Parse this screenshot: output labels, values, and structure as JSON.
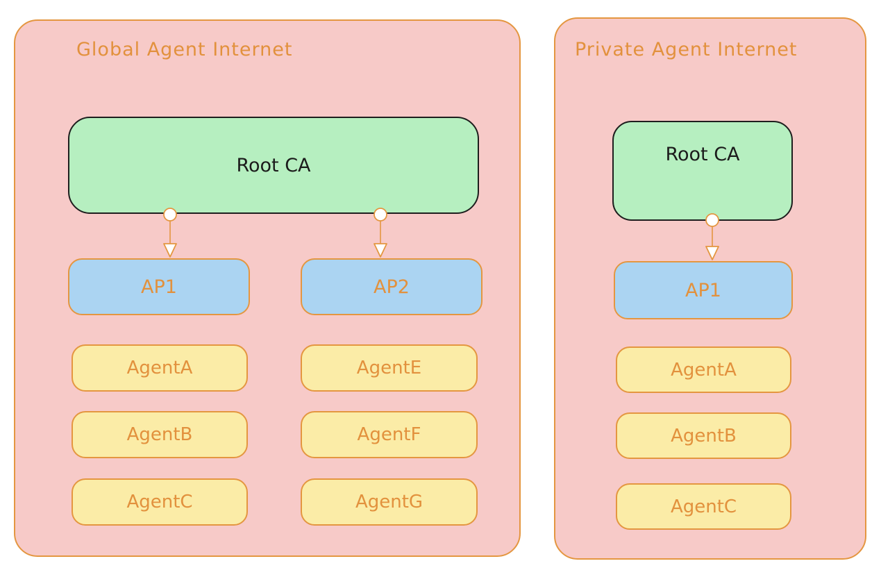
{
  "colors": {
    "container_fill": "#f7cac8",
    "container_border": "#e49640",
    "accent_text": "#e2913d",
    "root_ca_fill": "#b6efc0",
    "root_ca_border": "#1e1e1e",
    "ap_fill": "#abd4f2",
    "agent_fill": "#fbeca7",
    "connector": "#e49640",
    "background": "#ffffff"
  },
  "global_network": {
    "title": "Global Agent Internet",
    "root_ca_label": "Root CA",
    "ap_labels": [
      "AP1",
      "AP2"
    ],
    "ap1_agents": [
      "AgentA",
      "AgentB",
      "AgentC"
    ],
    "ap2_agents": [
      "AgentE",
      "AgentF",
      "AgentG"
    ]
  },
  "private_network": {
    "title": "Private Agent Internet",
    "root_ca_label": "Root CA",
    "ap_labels": [
      "AP1"
    ],
    "ap1_agents": [
      "AgentA",
      "AgentB",
      "AgentC"
    ]
  }
}
